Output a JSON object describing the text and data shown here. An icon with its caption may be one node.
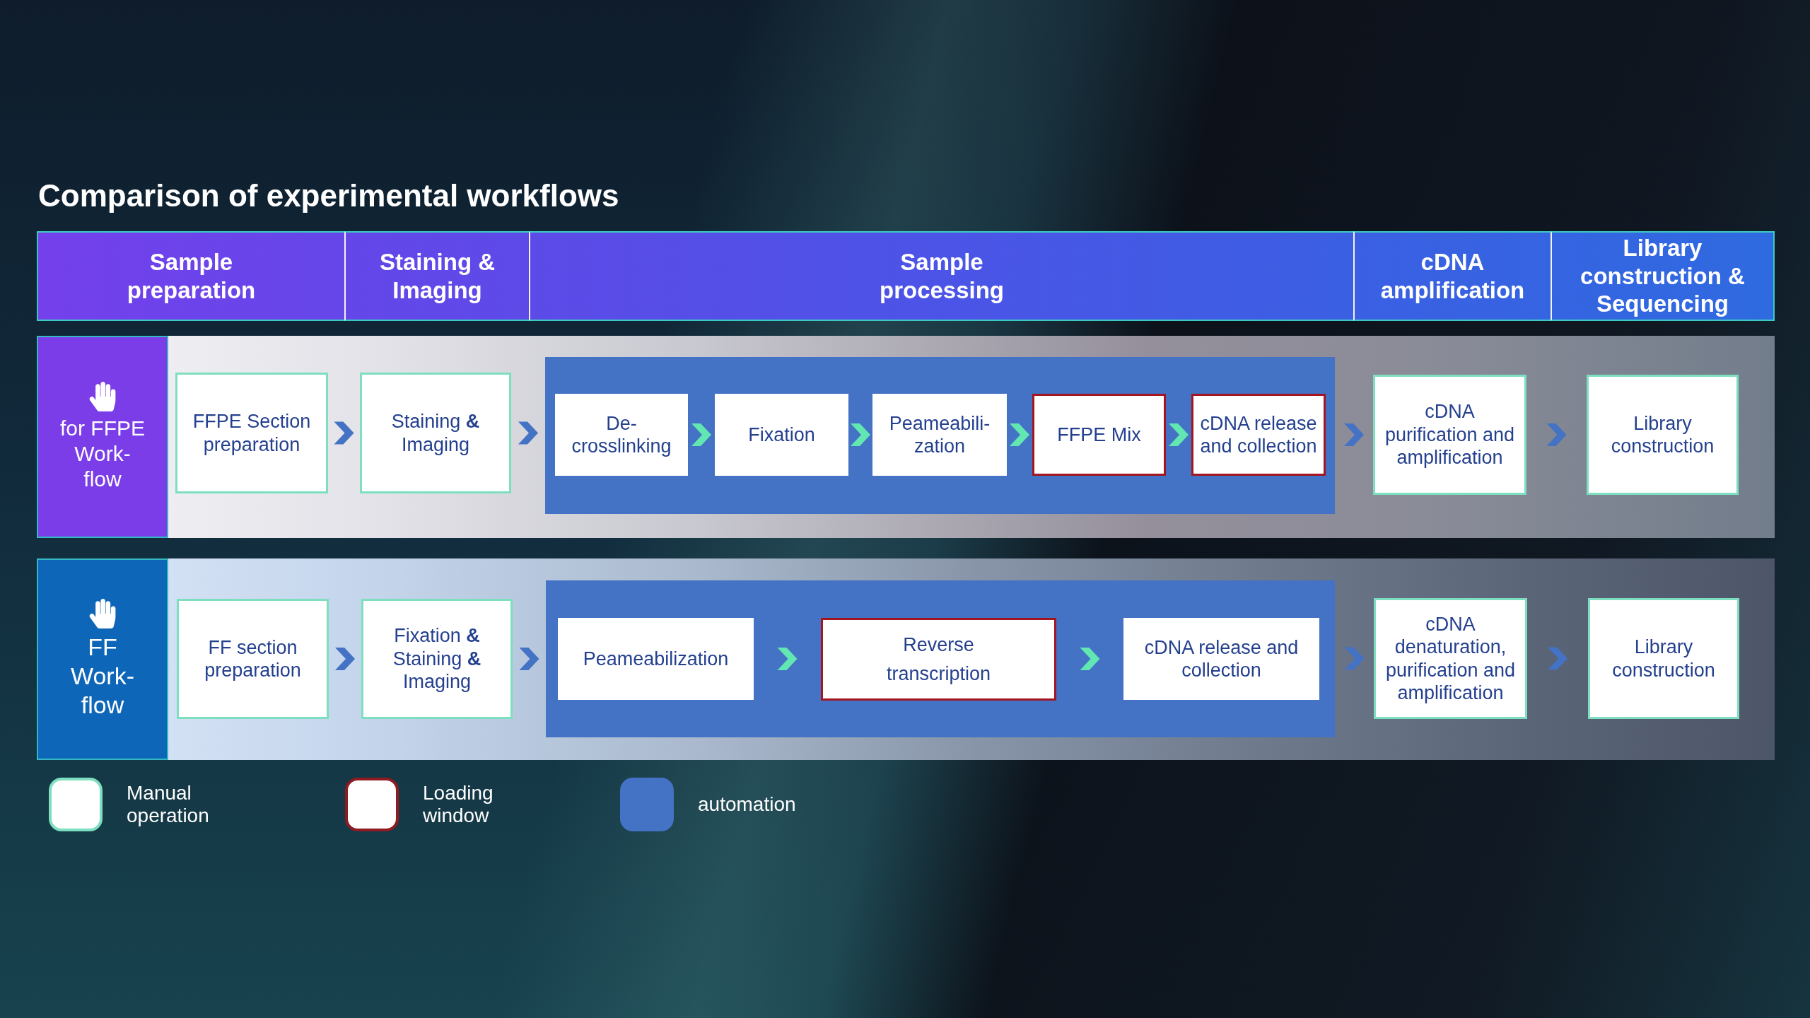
{
  "diagram": {
    "title": "Comparison of experimental workflows",
    "nodes": [
      {
        "text": [
          "Sample preparation"
        ]
      },
      {
        "text": [
          "Staining & Imaging"
        ]
      },
      {
        "text": [
          "Sample processing"
        ]
      },
      {
        "text": [
          "cDNA amplification"
        ]
      },
      {
        "text": [
          "Library construction & Sequencing"
        ]
      },
      {
        "text": [
          "for FFPE Work- flow"
        ]
      },
      {
        "text": [
          "FFPE Section preparation"
        ]
      },
      {
        "text": [
          "Staining **&** Imaging"
        ]
      },
      {
        "text": [],
        "shape": "box"
      },
      {
        "text": [
          "De- crosslinking"
        ],
        "in": 8
      },
      {
        "text": [
          "Fixation"
        ],
        "in": 8
      },
      {
        "text": [
          "Peameabili- zation"
        ],
        "in": 8
      },
      {
        "text": [
          "FFPE Mix"
        ],
        "in": 8
      },
      {
        "text": [
          "cDNA release and collection"
        ],
        "in": 8
      },
      {
        "text": [
          "cDNA purification and amplification"
        ]
      },
      {
        "text": [
          "Library construction"
        ]
      },
      {
        "text": [
          "FF Work- flow"
        ]
      },
      {
        "text": [
          "FF section preparation"
        ]
      },
      {
        "text": [
          "Fixation **&** Staining **&** Imaging"
        ]
      },
      {
        "text": [],
        "shape": "box"
      },
      {
        "text": [
          "Peameabilization"
        ],
        "in": 19
      },
      {
        "text": [
          "Reverse transcription"
        ],
        "in": 19
      },
      {
        "text": [
          "cDNA release and collection"
        ],
        "in": 19
      },
      {
        "text": [
          "cDNA denaturation, purification and amplification"
        ]
      },
      {
        "text": [
          "Library construction"
        ]
      }
    ],
    "edges": [
      {
        "from": 6,
        "to": 7,
        "arrow": "to"
      },
      {
        "from": 7,
        "to": 8,
        "arrow": "to"
      },
      {
        "from": 9,
        "to": 10,
        "arrow": "to",
        "color": "#62e6b2"
      },
      {
        "from": 10,
        "to": 11,
        "arrow": "to",
        "color": "#62e6b2"
      },
      {
        "from": 11,
        "to": 12,
        "arrow": "to",
        "color": "#62e6b2"
      },
      {
        "from": 12,
        "to": 13,
        "arrow": "to",
        "color": "#62e6b2"
      },
      {
        "from": 8,
        "to": 14,
        "arrow": "to"
      },
      {
        "from": 14,
        "to": 15,
        "arrow": "to"
      },
      {
        "from": 17,
        "to": 18,
        "arrow": "to"
      },
      {
        "from": 18,
        "to": 19,
        "arrow": "to"
      },
      {
        "from": 20,
        "to": 21,
        "arrow": "to",
        "color": "#62e6b2"
      },
      {
        "from": 21,
        "to": 22,
        "arrow": "to",
        "color": "#62e6b2"
      },
      {
        "from": 19,
        "to": 23,
        "arrow": "to"
      },
      {
        "from": 23,
        "to": 24,
        "arrow": "to"
      }
    ],
    "legend": [
      {
        "text": "Manual operation",
        "color": "#7ddfc0"
      },
      {
        "text": "Loading window",
        "color": "#8e1b22"
      },
      {
        "text": "automation",
        "color": "#4472c4"
      }
    ]
  }
}
